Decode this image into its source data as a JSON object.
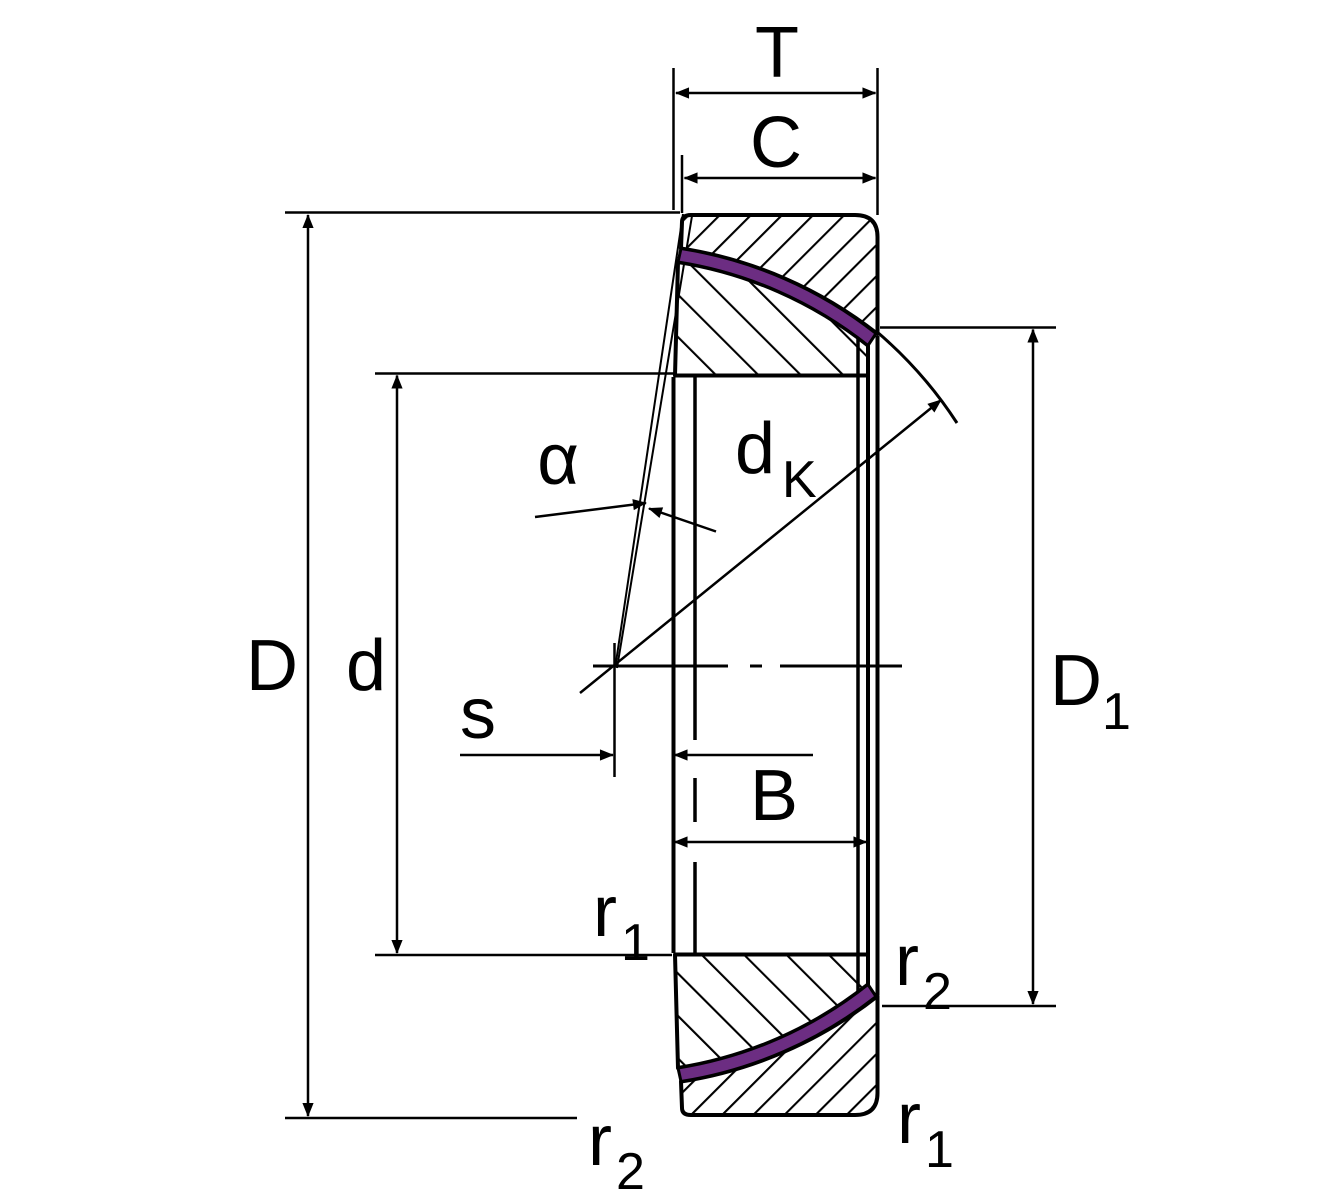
{
  "labels": {
    "width_total": "T",
    "width_outer_ring": "C",
    "outer_diameter": "D",
    "bore_diameter": "d",
    "contact_angle": "α",
    "center_offset": "s",
    "inner_ring_width": "B",
    "sphere_diameter": {
      "base": "d",
      "sub": "K"
    },
    "outside_diameter_d1": {
      "base": "D",
      "sub": "1"
    },
    "chamfer_r1_top": {
      "base": "r",
      "sub": "1"
    },
    "chamfer_r2_right": {
      "base": "r",
      "sub": "2"
    },
    "chamfer_r1_bottom_right": {
      "base": "r",
      "sub": "1"
    },
    "chamfer_r2_bottom_left": {
      "base": "r",
      "sub": "2"
    }
  },
  "colors": {
    "sliding_liner": "#6C2D82",
    "lines": "#000000",
    "background": "#FFFFFF"
  }
}
